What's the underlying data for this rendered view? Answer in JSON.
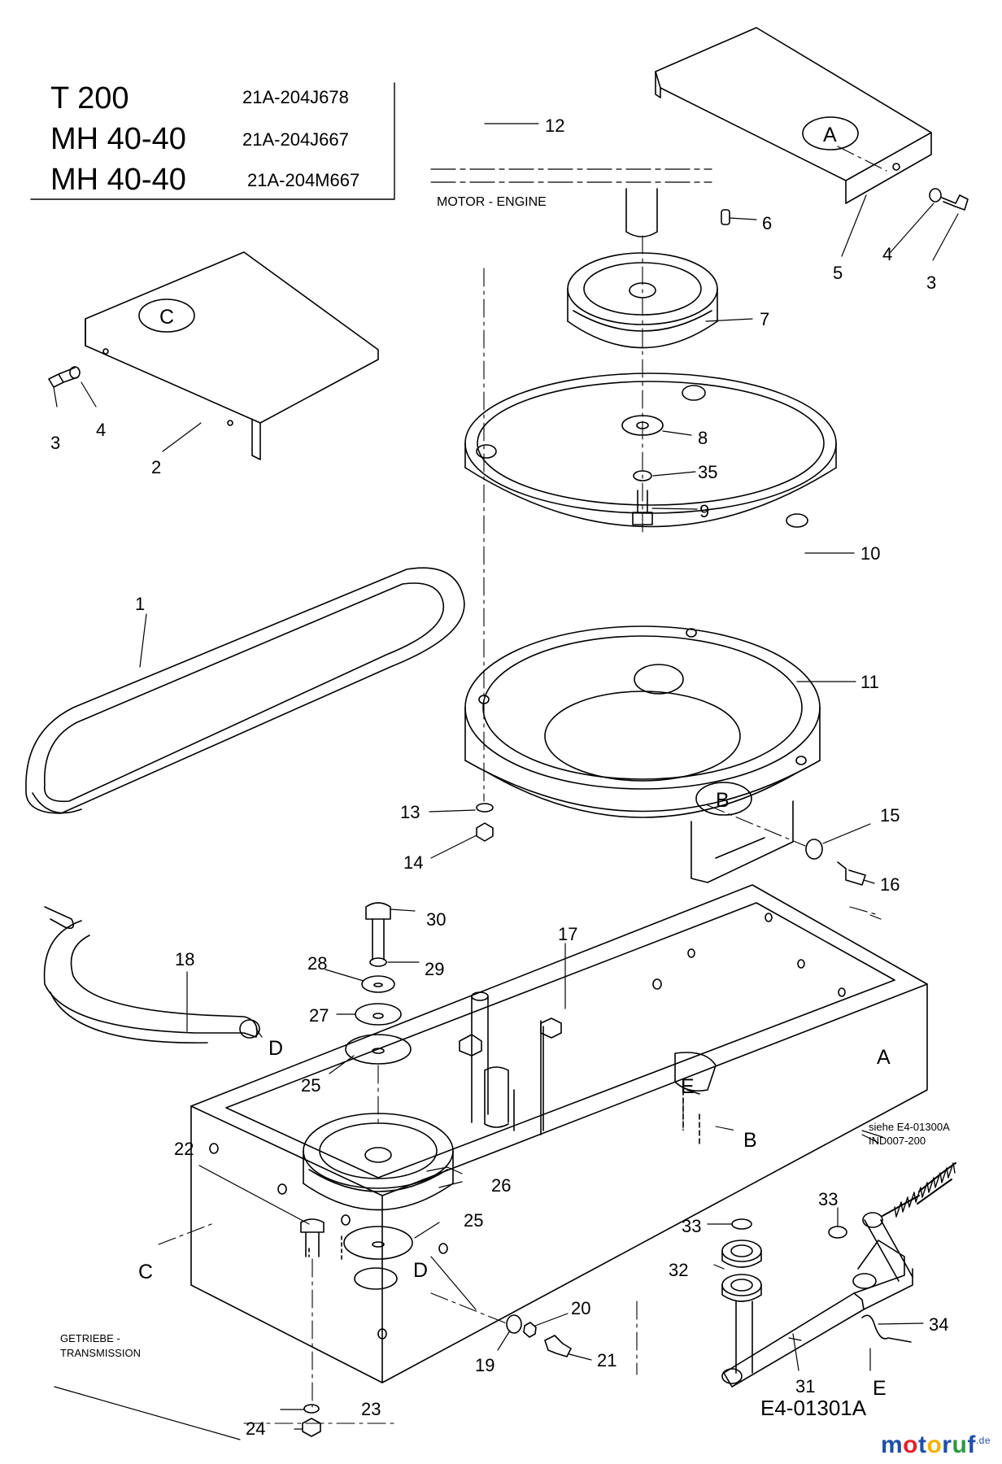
{
  "models": [
    {
      "name": "T 200",
      "code": "21A-204J678"
    },
    {
      "name": "MH 40-40",
      "code": "21A-204J667"
    },
    {
      "name": "MH 40-40",
      "code": "21A-204M667"
    }
  ],
  "labels": {
    "motor": "MOTOR - ENGINE",
    "getriebe": "GETRIEBE -",
    "transmission": "TRANSMISSION",
    "siehe": "siehe E4-01300A",
    "ind": "IND007-200",
    "doc_id": "E4-01301A"
  },
  "letters": {
    "A": "A",
    "B": "B",
    "C": "C",
    "D": "D",
    "E": "E"
  },
  "callouts": {
    "p1": "1",
    "p2": "2",
    "p3": "3",
    "p4": "4",
    "p5": "5",
    "p6": "6",
    "p7": "7",
    "p8": "8",
    "p9": "9",
    "p10": "10",
    "p11": "11",
    "p12": "12",
    "p13": "13",
    "p14": "14",
    "p15": "15",
    "p16": "16",
    "p17": "17",
    "p18": "18",
    "p19": "19",
    "p20": "20",
    "p21": "21",
    "p22": "22",
    "p23": "23",
    "p24": "24",
    "p25": "25",
    "p26": "26",
    "p27": "27",
    "p28": "28",
    "p29": "29",
    "p30": "30",
    "p31": "31",
    "p32": "32",
    "p33": "33",
    "p34": "34",
    "p35": "35"
  },
  "brand": {
    "parts": [
      {
        "char": "m",
        "color": "#1f4fa8"
      },
      {
        "char": "o",
        "color": "#e0242a"
      },
      {
        "char": "t",
        "color": "#1f4fa8"
      },
      {
        "char": "o",
        "color": "#f2b300"
      },
      {
        "char": "r",
        "color": "#1f4fa8"
      },
      {
        "char": "u",
        "color": "#2b9a3e"
      },
      {
        "char": "f",
        "color": "#1f4fa8"
      }
    ],
    "suffix": ".de"
  }
}
